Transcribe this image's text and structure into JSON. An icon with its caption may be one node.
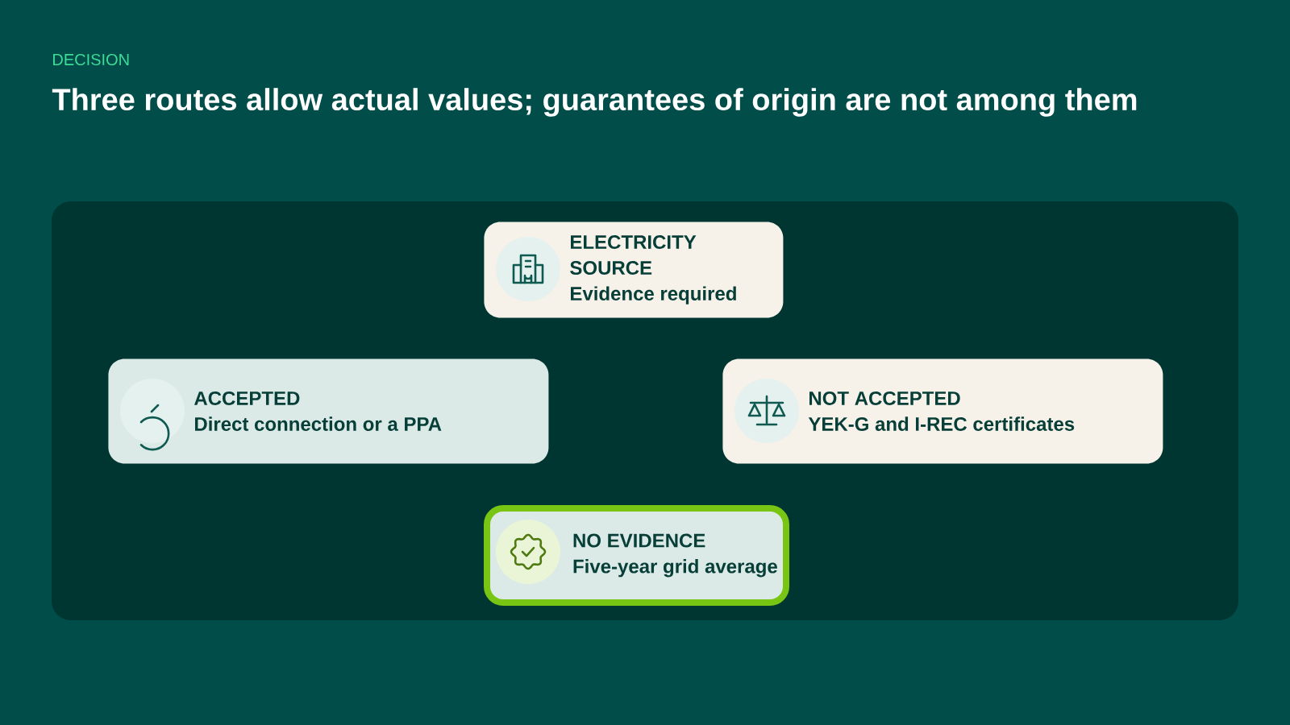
{
  "diagram": {
    "title": "Three routes allow actual values; guarantees of origin are not among them",
    "nodes": [
      {
        "text": [
          "ELECTRICITY SOURCE",
          "Evidence required"
        ]
      },
      {
        "text": [
          "ACCEPTED",
          "Direct connection or a PPA"
        ]
      },
      {
        "text": [
          "NOT ACCEPTED",
          "YEK-G and I-REC certificates"
        ]
      },
      {
        "text": [
          "NO EVIDENCE",
          "Five-year grid average"
        ]
      }
    ],
    "labels": [
      "DECISION"
    ]
  }
}
